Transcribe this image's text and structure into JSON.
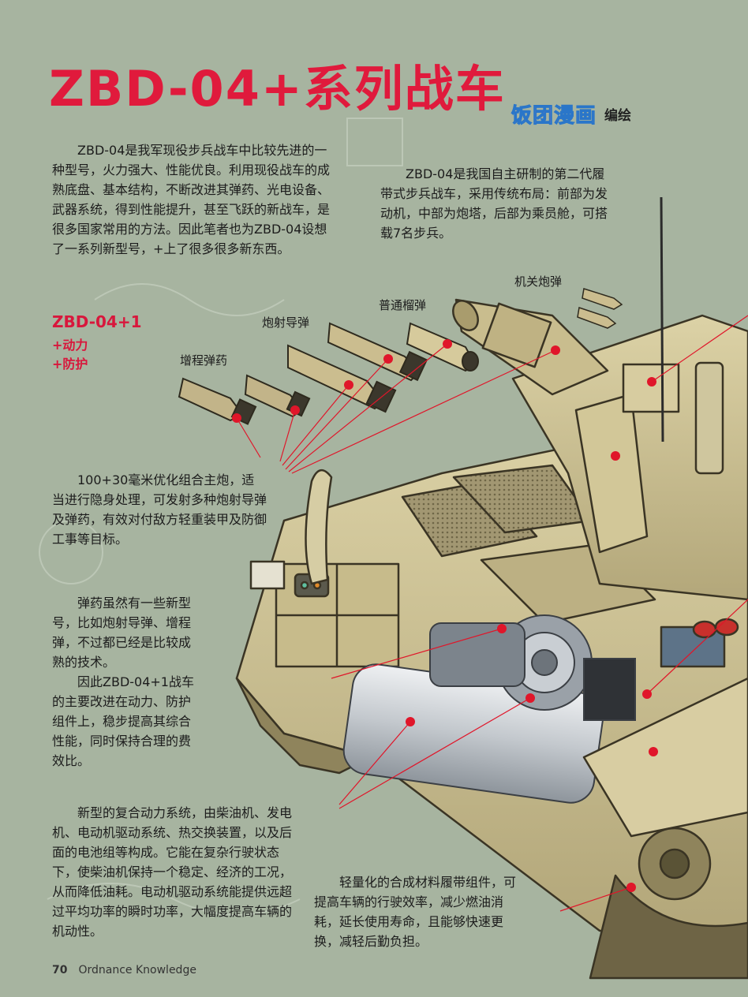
{
  "header": {
    "title": "ZBD-04+系列战车",
    "brand_name": "饭团漫画",
    "brand_role": "编绘"
  },
  "paragraphs": {
    "intro": "ZBD-04是我军现役步兵战车中比较先进的一种型号，火力强大、性能优良。利用现役战车的成熟底盘、基本结构，不断改进其弹药、光电设备、武器系统，得到性能提升，甚至飞跃的新战车，是很多国家常用的方法。因此笔者也为ZBD-04设想了一系列新型号，+上了很多很多新东西。",
    "layout": "ZBD-04是我国自主研制的第二代履带式步兵战车，采用传统布局：前部为发动机，中部为炮塔，后部为乘员舱，可搭载7名步兵。",
    "main_gun": "100+30毫米优化组合主炮，适当进行隐身处理，可发射多种炮射导弹及弹药，有效对付敌方轻重装甲及防御工事等目标。",
    "ammo": "弹药虽然有一些新型号，比如炮射导弹、增程弹，不过都已经是比较成熟的技术。",
    "focus": "因此ZBD-04+1战车的主要改进在动力、防护组件上，稳步提高其综合性能，同时保持合理的费效比。",
    "power": "新型的复合动力系统，由柴油机、发电机、电动机驱动系统、热交换装置，以及后面的电池组等构成。它能在复杂行驶状态下，使柴油机保持一个稳定、经济的工况，从而降低油耗。电动机驱动系统能提供远超过平均功率的瞬时功率，大幅度提高车辆的机动性。",
    "track": "轻量化的合成材料履带组件，可提高车辆的行驶效率，减少燃油消耗，延长使用寿命，且能够快速更换，减轻后勤负担。"
  },
  "variant": {
    "name": "ZBD-04+1",
    "features": [
      "+动力",
      "+防护"
    ]
  },
  "labels": {
    "extended_range": "增程弹药",
    "gun_missile": "炮射导弹",
    "he_shell": "普通榴弹",
    "mg_round": "机关炮弹"
  },
  "footer": {
    "page_number": "70",
    "magazine": "Ordnance Knowledge"
  },
  "colors": {
    "background": "#a7b4a0",
    "title": "#e01a3c",
    "accent_red": "#d8173c",
    "hull": "#cbbf90",
    "hull_dark": "#8f845c",
    "engine_silver": "#c8ccd0"
  }
}
